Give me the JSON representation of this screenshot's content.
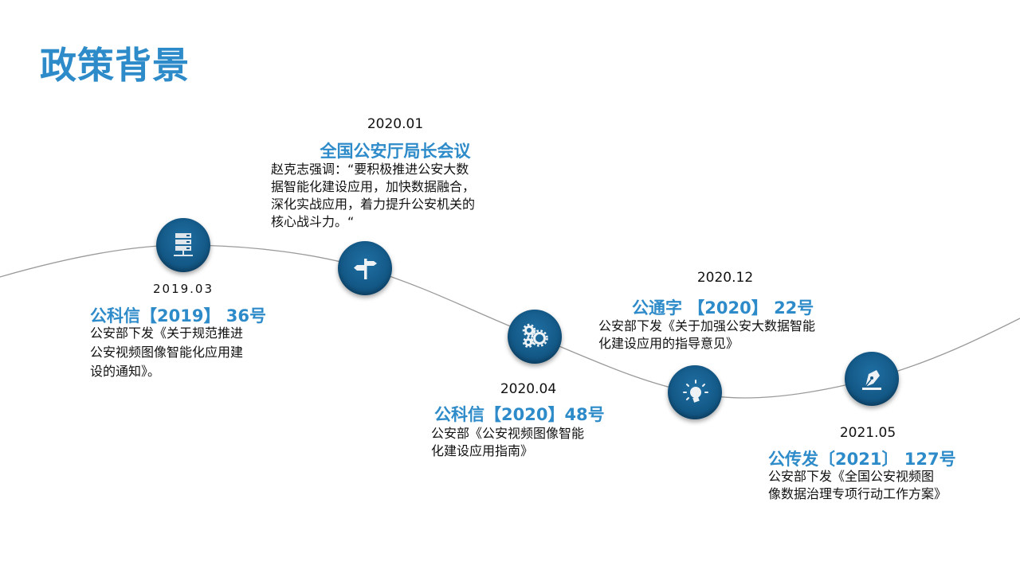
{
  "page_title": "政策背景",
  "accent_color": "#2e8bc9",
  "events": [
    {
      "date": "2019.03",
      "heading": "公科信【2019】 36号",
      "lines": [
        "公安部下发《关于规范推进",
        "公安视频图像智能化应用建",
        "设的通知》。"
      ],
      "icon": "server-icon"
    },
    {
      "date": "2020.01",
      "heading": "全国公安厅局长会议",
      "lines": [
        "赵克志强调：“要积极推进公安大数",
        "据智能化建设应用，加快数据融合，",
        "深化实战应用，着力提升公安机关的",
        "核心战斗力。“"
      ],
      "icon": "signpost-icon"
    },
    {
      "date": "2020.04",
      "heading": "公科信【2020】48号",
      "lines": [
        "公安部《公安视频图像智能",
        "化建设应用指南》"
      ],
      "icon": "gears-icon"
    },
    {
      "date": "2020.12",
      "heading": "公通字 【2020】 22号",
      "lines": [
        "公安部下发《关于加强公安大数据智能",
        "化建设应用的指导意见》"
      ],
      "icon": "lightbulb-icon"
    },
    {
      "date": "2021.05",
      "heading": "公传发〔2021〕 127号",
      "lines": [
        "公安部下发《全国公安视频图",
        "像数据治理专项行动工作方案》"
      ],
      "icon": "pen-nib-icon"
    }
  ]
}
